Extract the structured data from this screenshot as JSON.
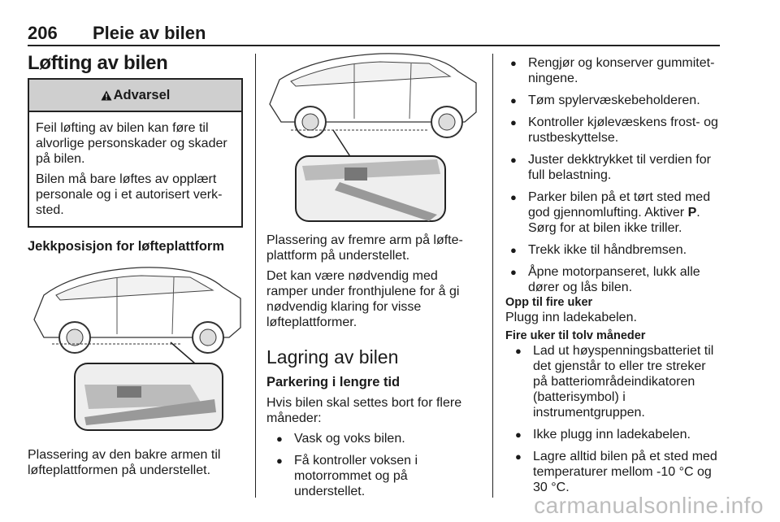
{
  "header": {
    "page_number": "206",
    "section_title": "Pleie av bilen"
  },
  "col1": {
    "heading": "Løfting av bilen",
    "warning": {
      "title": "Advarsel",
      "icon": "warning-triangle-icon",
      "p1": "Feil løfting av bilen kan føre til alvorlige personskader og skader på bilen.",
      "p2": "Bilen må bare løftes av opplært personale og i et autorisert verk­sted."
    },
    "subheading": "Jekkposisjon for løfteplattform",
    "caption": "Plassering av den bakre armen til løfteplattformen på understellet."
  },
  "col2": {
    "caption1": "Plassering av fremre arm på løfte­plattform på understellet.",
    "caption2": "Det kan være nødvendig med ramper under fronthjulene for å gi nødvendig klaring for visse løfteplattformer.",
    "heading": "Lagring av bilen",
    "subheading": "Parkering i lengre tid",
    "intro": "Hvis bilen skal settes bort for flere måneder:",
    "bullets": [
      "Vask og voks bilen.",
      "Få kontroller voksen i motorrom­met og på understellet."
    ]
  },
  "col3": {
    "bullets": [
      "Rengjør og konserver gummitet­ningene.",
      "Tøm spylervæskebeholderen.",
      "Kontroller kjølevæskens frost- og rustbeskyttelse.",
      "Juster dekktrykket til verdien for full belastning.",
      "Trekk ikke til håndbremsen.",
      "Åpne motorpanseret, lukk alle dører og lås bilen."
    ],
    "parker_pre": "Parker bilen på et tørt sted med god gjennomlufting. Aktiver ",
    "parker_bold": "P",
    "parker_post": ". Sørg for at bilen ikke triller.",
    "section1_title": "Opp til fire uker",
    "section1_text": "Plugg inn ladekabelen.",
    "section2_title": "Fire uker til tolv måneder",
    "section2_bullets": [
      "Lad ut høyspenningsbatteriet til det gjenstår to eller tre streker på batteriområdeindikatoren (batte­risymbol) i instrumentgruppen.",
      "Ikke plugg inn ladekabelen.",
      "Lagre alltid bilen på et sted med temperaturer mellom -10 °C og 30 °C."
    ]
  },
  "watermark": "carmanualsonline.info"
}
